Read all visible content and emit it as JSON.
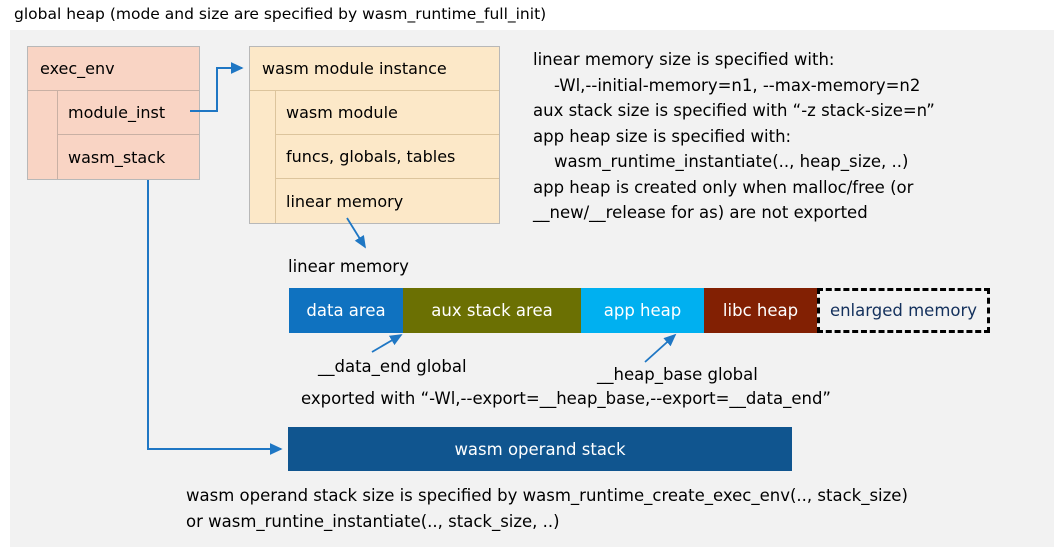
{
  "page": {
    "title": "global heap (mode and size are specified by wasm_runtime_full_init)",
    "panel_bg": "#f2f2f2",
    "connector_color": "#1f77c4"
  },
  "exec_env": {
    "title": "exec_env",
    "fill": "#f9d4c4",
    "rows": [
      {
        "label": "module_inst"
      },
      {
        "label": "wasm_stack"
      }
    ]
  },
  "wasm_module_instance": {
    "title": "wasm module instance",
    "fill": "#fce8c8",
    "rows": [
      {
        "label": "wasm module"
      },
      {
        "label": "funcs, globals, tables"
      },
      {
        "label": "linear memory"
      }
    ]
  },
  "right_note": {
    "text": "linear memory size is specified with:\n    -Wl,--initial-memory=n1, --max-memory=n2\naux stack size is specified with “-z stack-size=n”\napp heap size is specified with:\n    wasm_runtime_instantiate(.., heap_size, ..)\napp heap is created only when malloc/free (or\n__new/__release for as) are not exported"
  },
  "linear_memory": {
    "caption": "linear memory",
    "segments": [
      {
        "label": "data area",
        "color": "#0f72c0",
        "text_color": "#ffffff",
        "width": 114,
        "style": "solid"
      },
      {
        "label": "aux stack area",
        "color": "#6b7003",
        "text_color": "#ffffff",
        "width": 178,
        "style": "solid"
      },
      {
        "label": "app heap",
        "color": "#00b0f0",
        "text_color": "#ffffff",
        "width": 123,
        "style": "solid"
      },
      {
        "label": "libc heap",
        "color": "#822003",
        "text_color": "#ffffff",
        "width": 113,
        "style": "solid"
      },
      {
        "label": "enlarged memory",
        "color": "#f2f2f2",
        "text_color": "#13305c",
        "width": 173,
        "style": "dashed"
      }
    ],
    "annotations": {
      "data_end": "__data_end global",
      "heap_base": "__heap_base global",
      "exported": "exported with “-Wl,--export=__heap_base,--export=__data_end”"
    }
  },
  "operand_stack": {
    "label": "wasm operand stack",
    "color": "#10558f",
    "text_color": "#ffffff"
  },
  "bottom_note": {
    "text": "wasm operand stack size is specified by wasm_runtime_create_exec_env(.., stack_size)\nor wasm_runtine_instantiate(.., stack_size, ..)"
  }
}
